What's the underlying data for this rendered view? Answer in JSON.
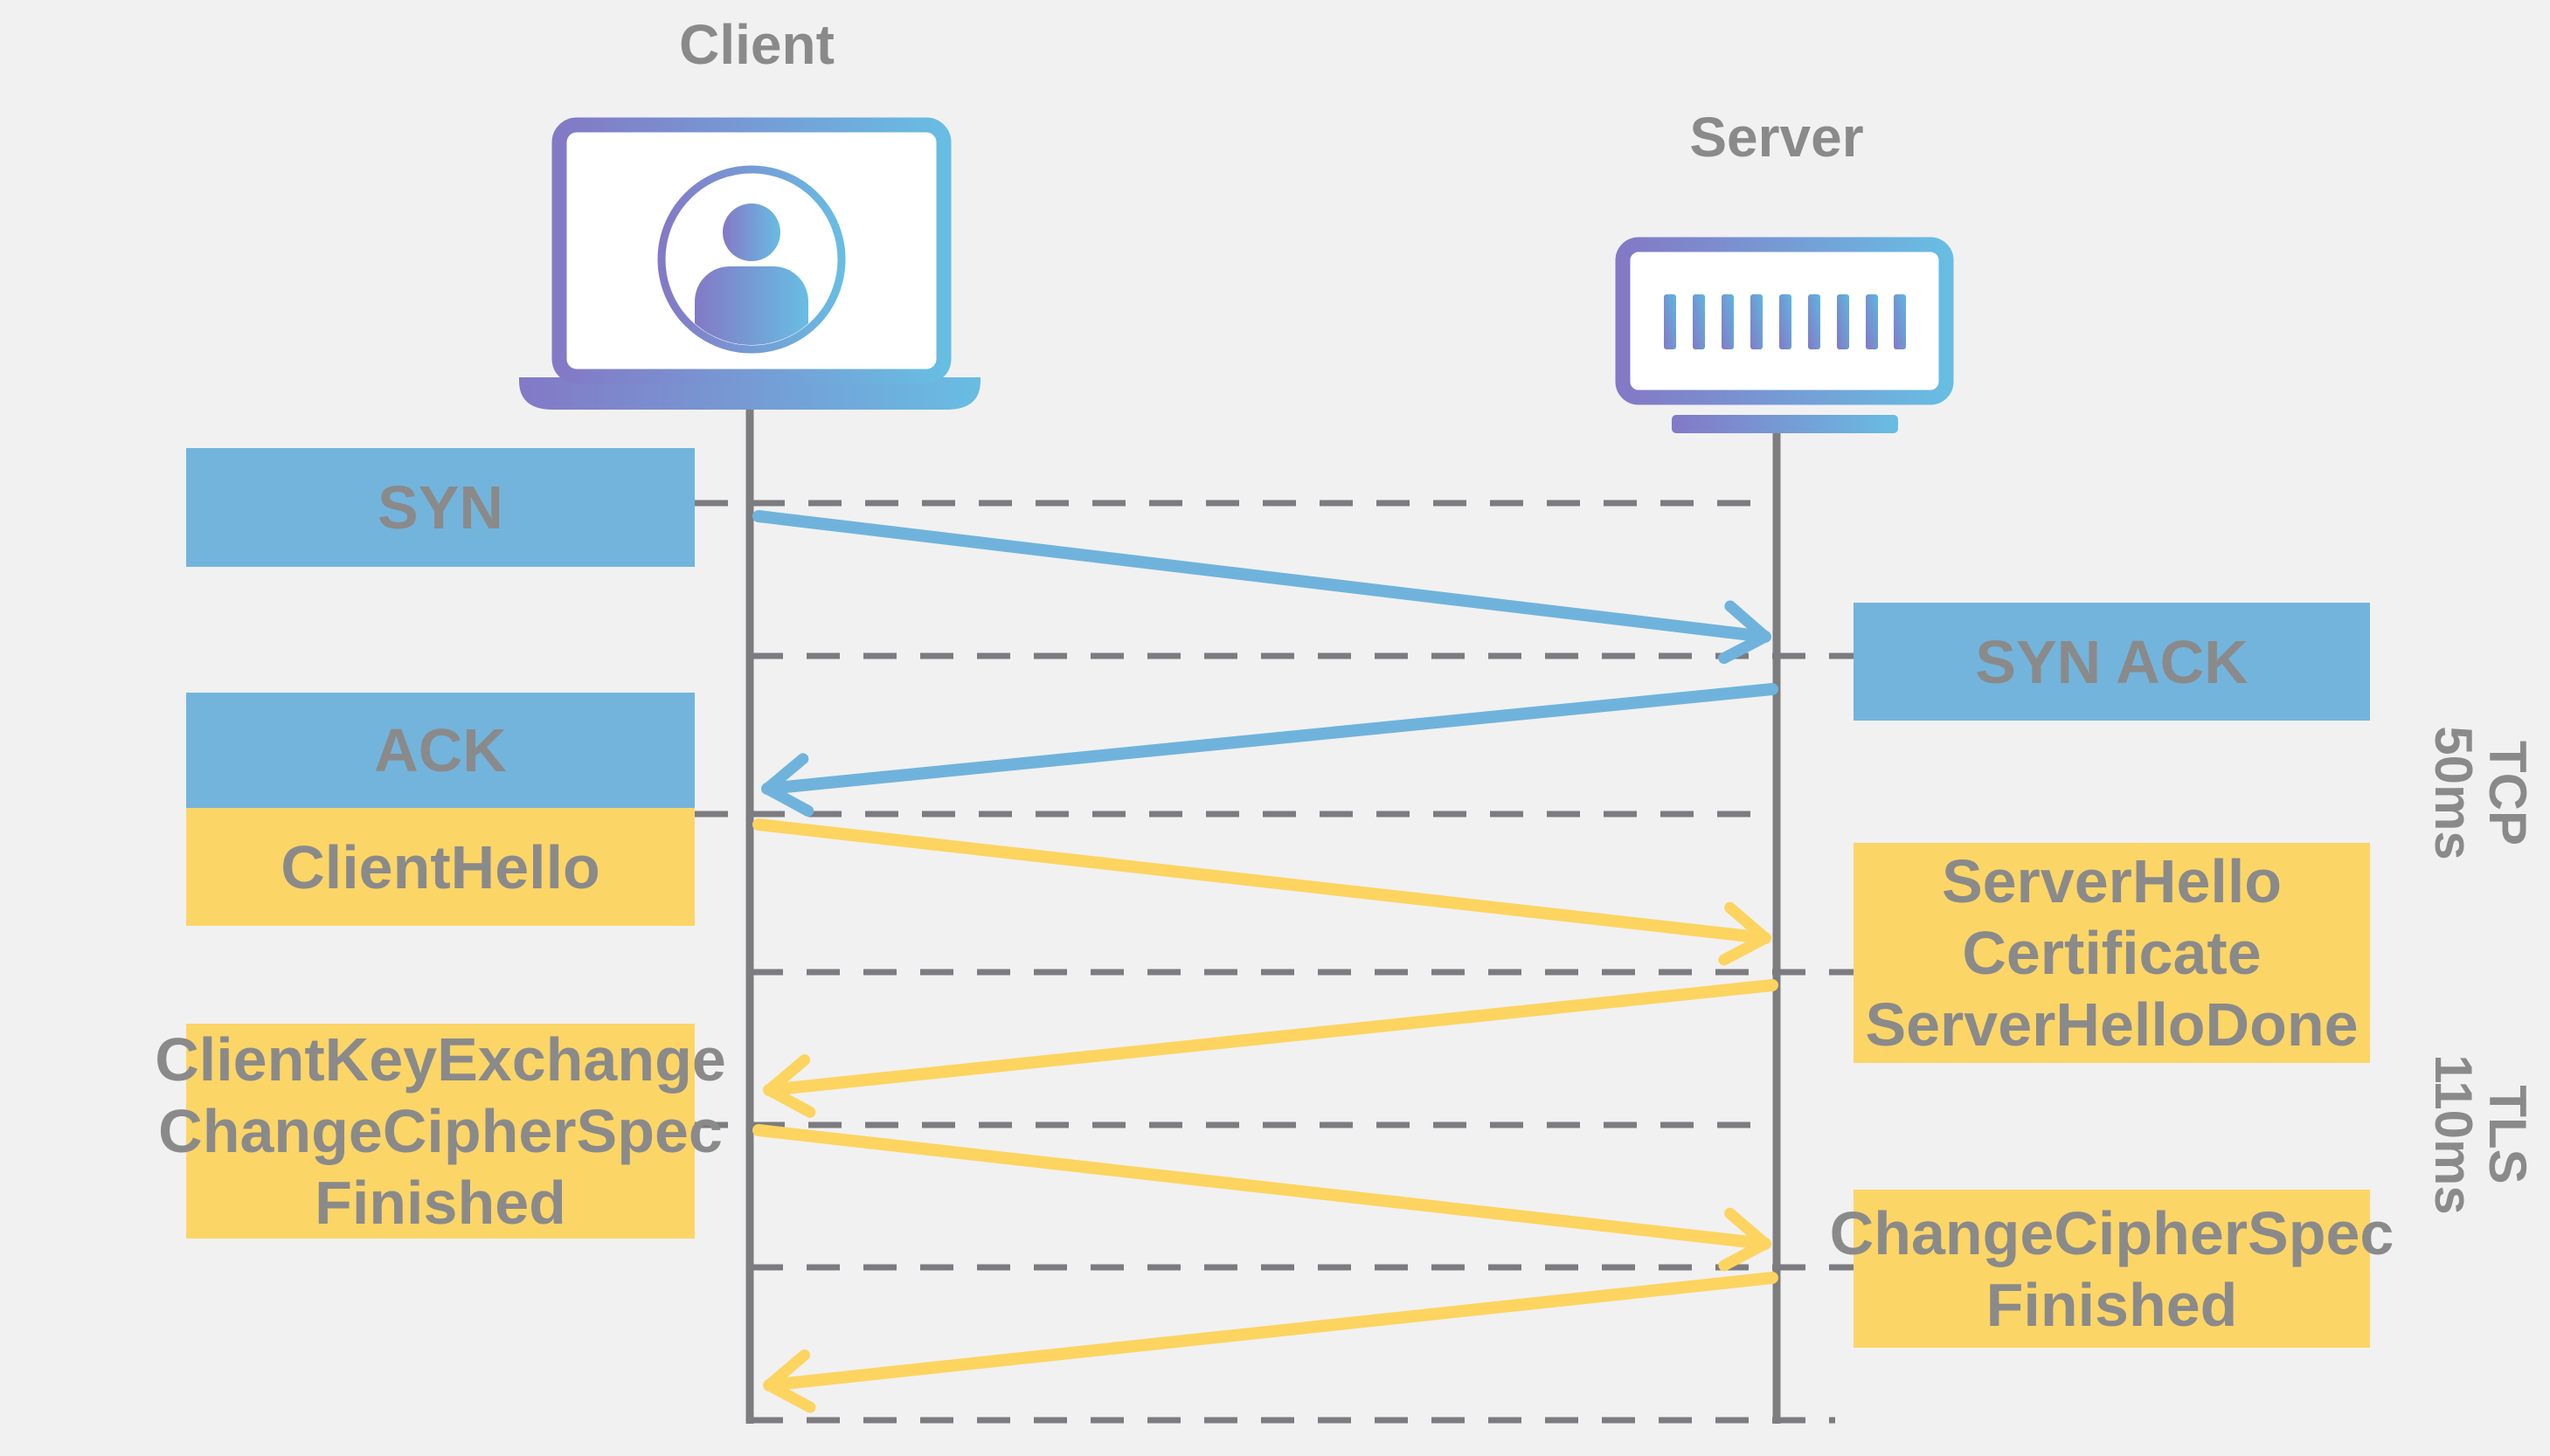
{
  "diagram": {
    "client": {
      "title": "Client"
    },
    "server": {
      "title": "Server"
    },
    "messages": {
      "syn": "SYN",
      "syn_ack": "SYN ACK",
      "ack": "ACK",
      "client_hello": "ClientHello",
      "server_hello": "ServerHello\nCertificate\nServerHelloDone",
      "client_key_exchange": "ClientKeyExchange\nChangeCipherSpec\nFinished",
      "change_cipher_spec": "ChangeCipherSpec\nFinished"
    },
    "phases": {
      "tcp": "TCP\n50ms",
      "tls": "TLS\n110ms"
    },
    "arrows": [
      {
        "label": "SYN",
        "protocol": "TCP",
        "from": "client",
        "to": "server"
      },
      {
        "label": "SYN ACK",
        "protocol": "TCP",
        "from": "server",
        "to": "client"
      },
      {
        "label": "ACK + ClientHello",
        "protocol": "TLS",
        "from": "client",
        "to": "server"
      },
      {
        "label": "ServerHello Certificate ServerHelloDone",
        "protocol": "TLS",
        "from": "server",
        "to": "client"
      },
      {
        "label": "ClientKeyExchange ChangeCipherSpec Finished",
        "protocol": "TLS",
        "from": "client",
        "to": "server"
      },
      {
        "label": "ChangeCipherSpec Finished",
        "protocol": "TLS",
        "from": "server",
        "to": "client"
      }
    ],
    "colors": {
      "background": "#f1f1f2",
      "tcp_box": "#73b4dc",
      "tls_box": "#fcd567",
      "text": "#8a8a8a",
      "lifeline": "#7d7d80",
      "dash": "#7c7c80",
      "gradient_purple": "#8379c6",
      "gradient_blue": "#68bde3",
      "arrow_blue": "#6fb3dc",
      "arrow_yellow": "#fcd45f"
    }
  }
}
